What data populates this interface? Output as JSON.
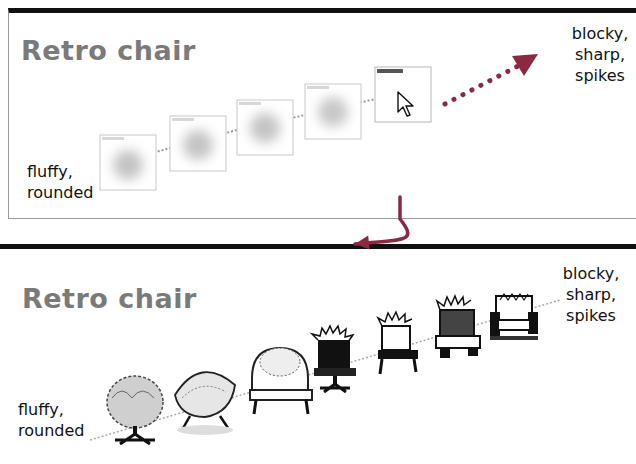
{
  "diagram": {
    "nodes": [
      {
        "text": [
          "Retro chair",
          "fluffy, rounded",
          "blocky, sharp, spikes"
        ]
      },
      {
        "text": [
          "Retro chair",
          "fluffy, rounded",
          "blocky, sharp, spikes"
        ]
      }
    ],
    "edges": [
      {
        "from": 0,
        "to": 1,
        "arrow": "to"
      }
    ]
  }
}
